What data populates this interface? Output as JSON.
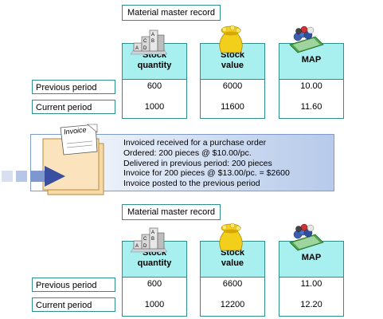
{
  "top": {
    "title": "Material master record",
    "headers": {
      "stock_quantity": "Stock\nquantity",
      "stock_value": "Stock\nvalue",
      "map": "MAP"
    },
    "row_labels": {
      "previous": "Previous period",
      "current": "Current period"
    },
    "values": {
      "stock_quantity": {
        "previous": "600",
        "current": "1000"
      },
      "stock_value": {
        "previous": "6000",
        "current": "11600"
      },
      "map": {
        "previous": "10.00",
        "current": "11.60"
      }
    }
  },
  "note": {
    "invoice_label": "Invoice",
    "lines": [
      "Invoiced received for a purchase order",
      "Ordered: 200 pieces @ $10.00/pc.",
      "Delivered in previous period: 200 pieces",
      "Invoice for 200 pieces @ $13.00/pc. = $2600",
      "Invoice posted to the previous period"
    ]
  },
  "bottom": {
    "title": "Material master record",
    "headers": {
      "stock_quantity": "Stock\nquantity",
      "stock_value": "Stock\nvalue",
      "map": "MAP"
    },
    "row_labels": {
      "previous": "Previous period",
      "current": "Current period"
    },
    "values": {
      "stock_quantity": {
        "previous": "600",
        "current": "1000"
      },
      "stock_value": {
        "previous": "6600",
        "current": "12200"
      },
      "map": {
        "previous": "11.00",
        "current": "12.20"
      }
    }
  },
  "icons": {
    "stock_quantity": "stacked-blocks-icon",
    "stock_value": "money-bag-icon",
    "map": "coins-and-banknotes-icon",
    "invoice": "invoice-folder-icon",
    "arrow": "arrow-right-icon"
  },
  "colors": {
    "header_fill": "#a8f0f0",
    "border": "#2f8f8f",
    "note_blue": "#b7cae9",
    "arrow_blue": "#3b4fa0"
  }
}
